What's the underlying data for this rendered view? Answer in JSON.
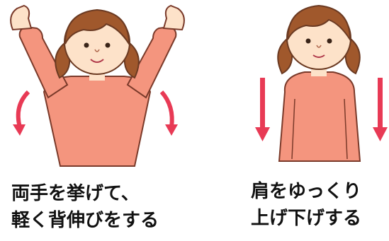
{
  "illustrations": [
    {
      "id": "arms-raised",
      "caption_lines": [
        "両手を挙げて、",
        "軽く背伸びをする"
      ],
      "arrow_icon": "curved-down-arrow-icon"
    },
    {
      "id": "shoulders-down",
      "caption_lines": [
        "肩をゆっくり",
        "上げ下げする"
      ],
      "arrow_icon": "down-arrow-icon"
    }
  ],
  "colors": {
    "hair": "#a0582c",
    "skin": "#fde2c9",
    "shirt": "#f4957e",
    "arrow": "#e83a55",
    "outline": "#6b3a22"
  }
}
